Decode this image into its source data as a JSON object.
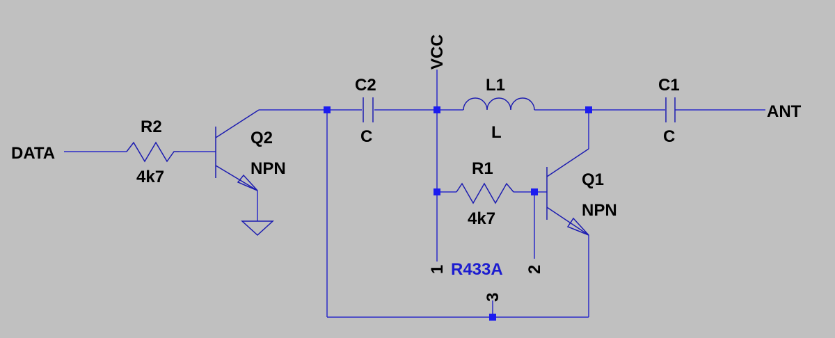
{
  "labels": {
    "data": "DATA",
    "ant": "ANT",
    "vcc": "VCC",
    "part": "R433A"
  },
  "components": {
    "r2": {
      "ref": "R2",
      "value": "4k7"
    },
    "q2": {
      "ref": "Q2",
      "value": "NPN"
    },
    "c2": {
      "ref": "C2",
      "value": "C"
    },
    "l1": {
      "ref": "L1",
      "value": "L"
    },
    "c1": {
      "ref": "C1",
      "value": "C"
    },
    "r1": {
      "ref": "R1",
      "value": "4k7"
    },
    "q1": {
      "ref": "Q1",
      "value": "NPN"
    }
  },
  "pins": {
    "p1": "1",
    "p2": "2",
    "p3": "3"
  },
  "colors": {
    "background": "#c0c0c0",
    "wire": "#2a2ac8",
    "junction": "#1c1cf0",
    "part_label": "#1c1cd0"
  }
}
